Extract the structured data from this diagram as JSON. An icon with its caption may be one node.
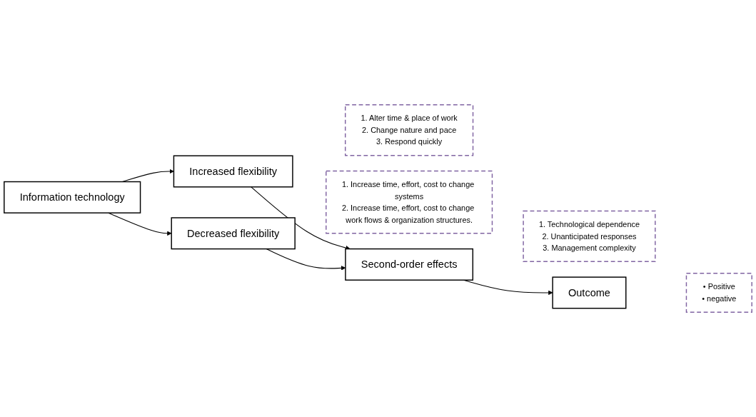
{
  "diagram": {
    "nodes": [
      {
        "text": [
          "Information technology"
        ]
      },
      {
        "text": [
          "Increased flexibility"
        ]
      },
      {
        "text": [
          "1. Alter time & place of work",
          "2. Change nature and pace",
          "3. Respond quickly"
        ]
      },
      {
        "text": [
          "Decreased flexibility"
        ]
      },
      {
        "text": [
          "1. Increase time, effort, cost to change systems",
          "2. Increase time, effort, cost to change work flows & organization structures."
        ]
      },
      {
        "text": [
          "Second-order effects"
        ]
      },
      {
        "text": [
          "1. Technological dependence",
          "2. Unanticipated responses",
          "3. Management complexity"
        ]
      },
      {
        "text": [
          "Outcome"
        ]
      },
      {
        "text": [
          "• Positive",
          "• negative"
        ]
      }
    ],
    "edges": [
      {
        "from": 0,
        "to": 1,
        "arrow": "to"
      },
      {
        "from": 0,
        "to": 3,
        "arrow": "to"
      },
      {
        "from": 1,
        "to": 5,
        "arrow": "to"
      },
      {
        "from": 3,
        "to": 5,
        "arrow": "to"
      },
      {
        "from": 5,
        "to": 7,
        "arrow": "to"
      }
    ]
  }
}
